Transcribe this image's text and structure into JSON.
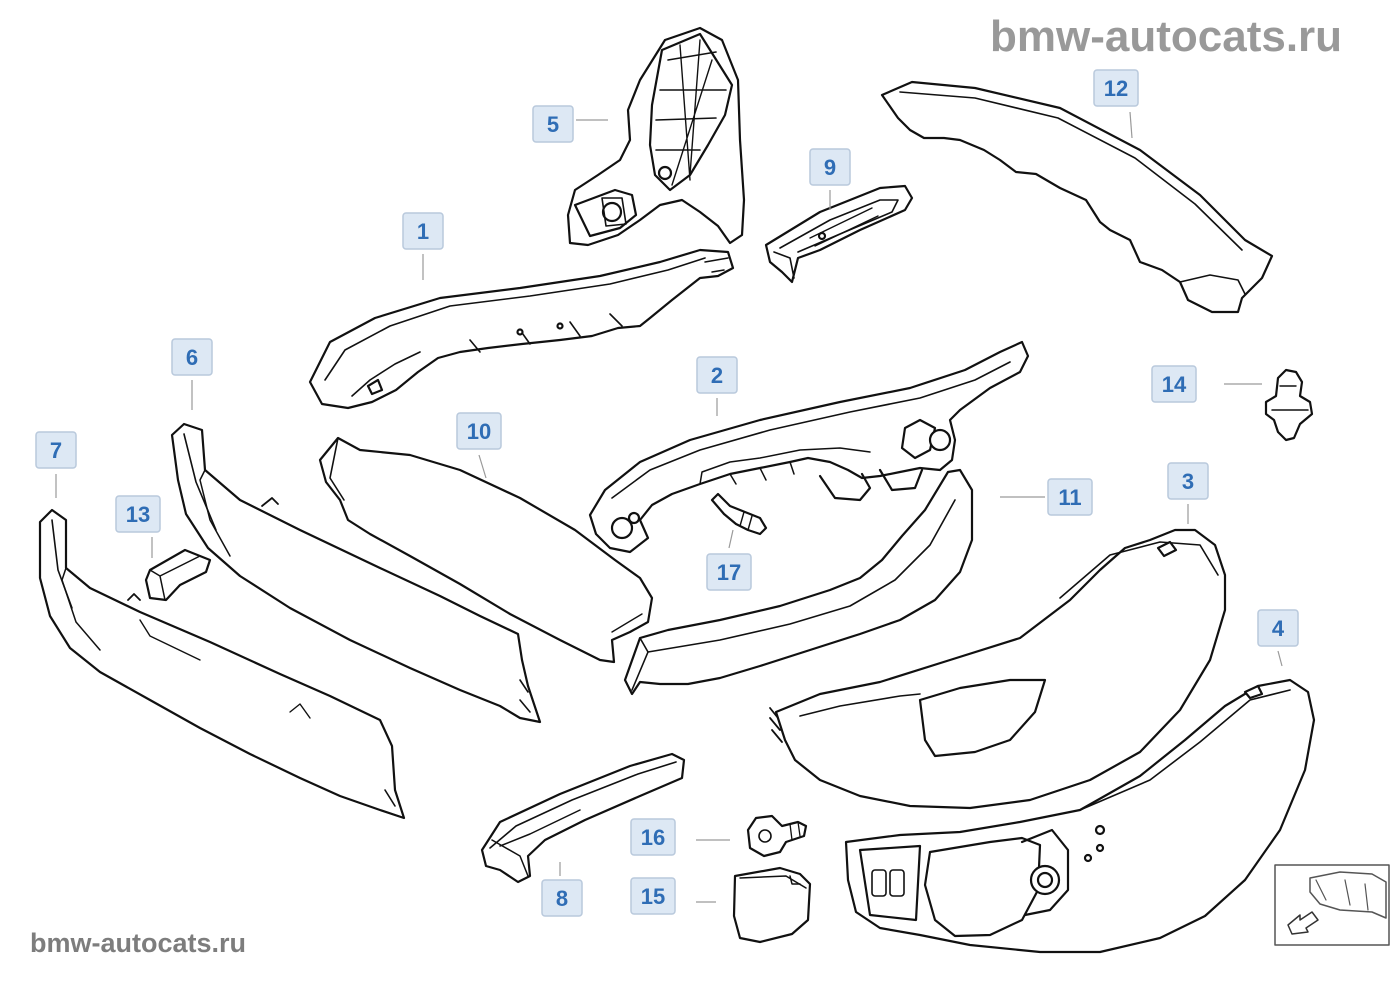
{
  "watermark_top": "bmw-autocats.ru",
  "watermark_bottom": "bmw-autocats.ru",
  "callouts": [
    {
      "id": "callout-1",
      "label": "1"
    },
    {
      "id": "callout-2",
      "label": "2"
    },
    {
      "id": "callout-3",
      "label": "3"
    },
    {
      "id": "callout-4",
      "label": "4"
    },
    {
      "id": "callout-5",
      "label": "5"
    },
    {
      "id": "callout-6",
      "label": "6"
    },
    {
      "id": "callout-7",
      "label": "7"
    },
    {
      "id": "callout-8",
      "label": "8"
    },
    {
      "id": "callout-9",
      "label": "9"
    },
    {
      "id": "callout-10",
      "label": "10"
    },
    {
      "id": "callout-11",
      "label": "11"
    },
    {
      "id": "callout-12",
      "label": "12"
    },
    {
      "id": "callout-13",
      "label": "13"
    },
    {
      "id": "callout-14",
      "label": "14"
    },
    {
      "id": "callout-15",
      "label": "15"
    },
    {
      "id": "callout-16",
      "label": "16"
    },
    {
      "id": "callout-17",
      "label": "17"
    }
  ],
  "colors": {
    "label_fill": "#dde8f4",
    "label_border": "#b9c9dc",
    "label_text": "#2f6db5",
    "outline": "#111111",
    "leader": "#9a9a9a"
  }
}
